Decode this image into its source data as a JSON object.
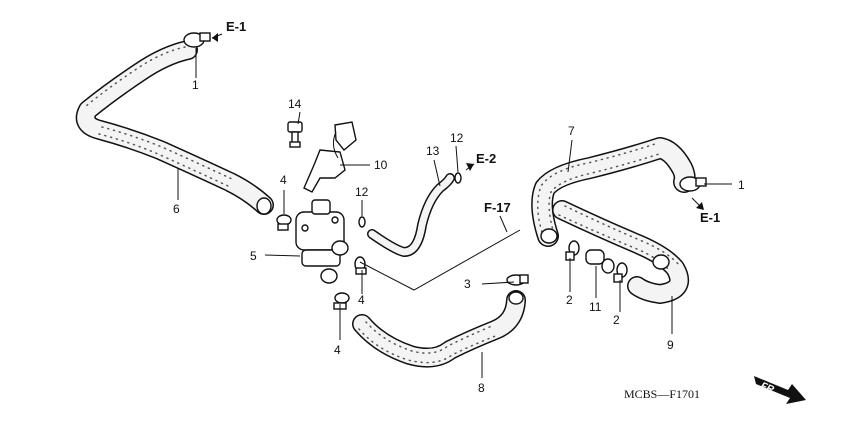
{
  "callouts": {
    "c1_top": "1",
    "c1_right": "1",
    "c14": "14",
    "c10": "10",
    "c4_a": "4",
    "c6": "6",
    "c5": "5",
    "c12_a": "12",
    "c12_b": "12",
    "c13": "13",
    "c4_b": "4",
    "c4_c": "4",
    "c3": "3",
    "c8": "8",
    "c7": "7",
    "c2_a": "2",
    "c11": "11",
    "c2_b": "2",
    "c9": "9"
  },
  "references": {
    "e1_top": "E-1",
    "e2": "E-2",
    "f17": "F-17",
    "e1_right": "E-1"
  },
  "diagram_code": "MCBS—F1701",
  "front_marker": "FR."
}
